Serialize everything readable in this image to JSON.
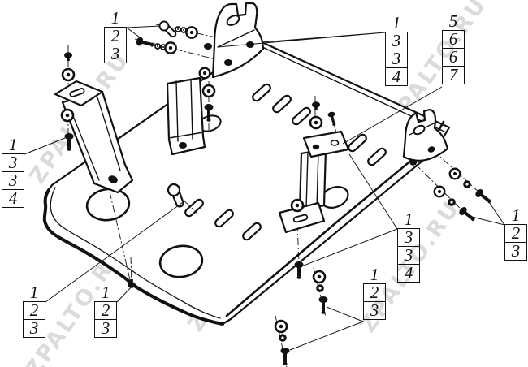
{
  "figure": {
    "type": "exploded-assembly-technical-drawing",
    "subject": "skid plate with mounting brackets and fastener kits"
  },
  "watermark": {
    "text": "ZPALTO.RU"
  },
  "colors": {
    "line": "#111111",
    "background": "#ffffff",
    "watermark": "#d8d8d8"
  },
  "callouts": [
    {
      "id": "top-left",
      "items": [
        "1",
        "2",
        "3"
      ]
    },
    {
      "id": "top-right-a",
      "items": [
        "1",
        "3",
        "3",
        "4"
      ]
    },
    {
      "id": "top-right-b",
      "items": [
        "5",
        "6",
        "6",
        "7"
      ]
    },
    {
      "id": "left",
      "items": [
        "1",
        "3",
        "3",
        "4"
      ]
    },
    {
      "id": "bottom-left-a",
      "items": [
        "1",
        "2",
        "3"
      ]
    },
    {
      "id": "bottom-left-b",
      "items": [
        "1",
        "2",
        "3"
      ]
    },
    {
      "id": "bottom-middle",
      "items": [
        "1",
        "2",
        "3"
      ]
    },
    {
      "id": "bottom-right",
      "items": [
        "1",
        "3",
        "3",
        "4"
      ]
    },
    {
      "id": "far-right",
      "items": [
        "1",
        "2",
        "3"
      ]
    }
  ]
}
